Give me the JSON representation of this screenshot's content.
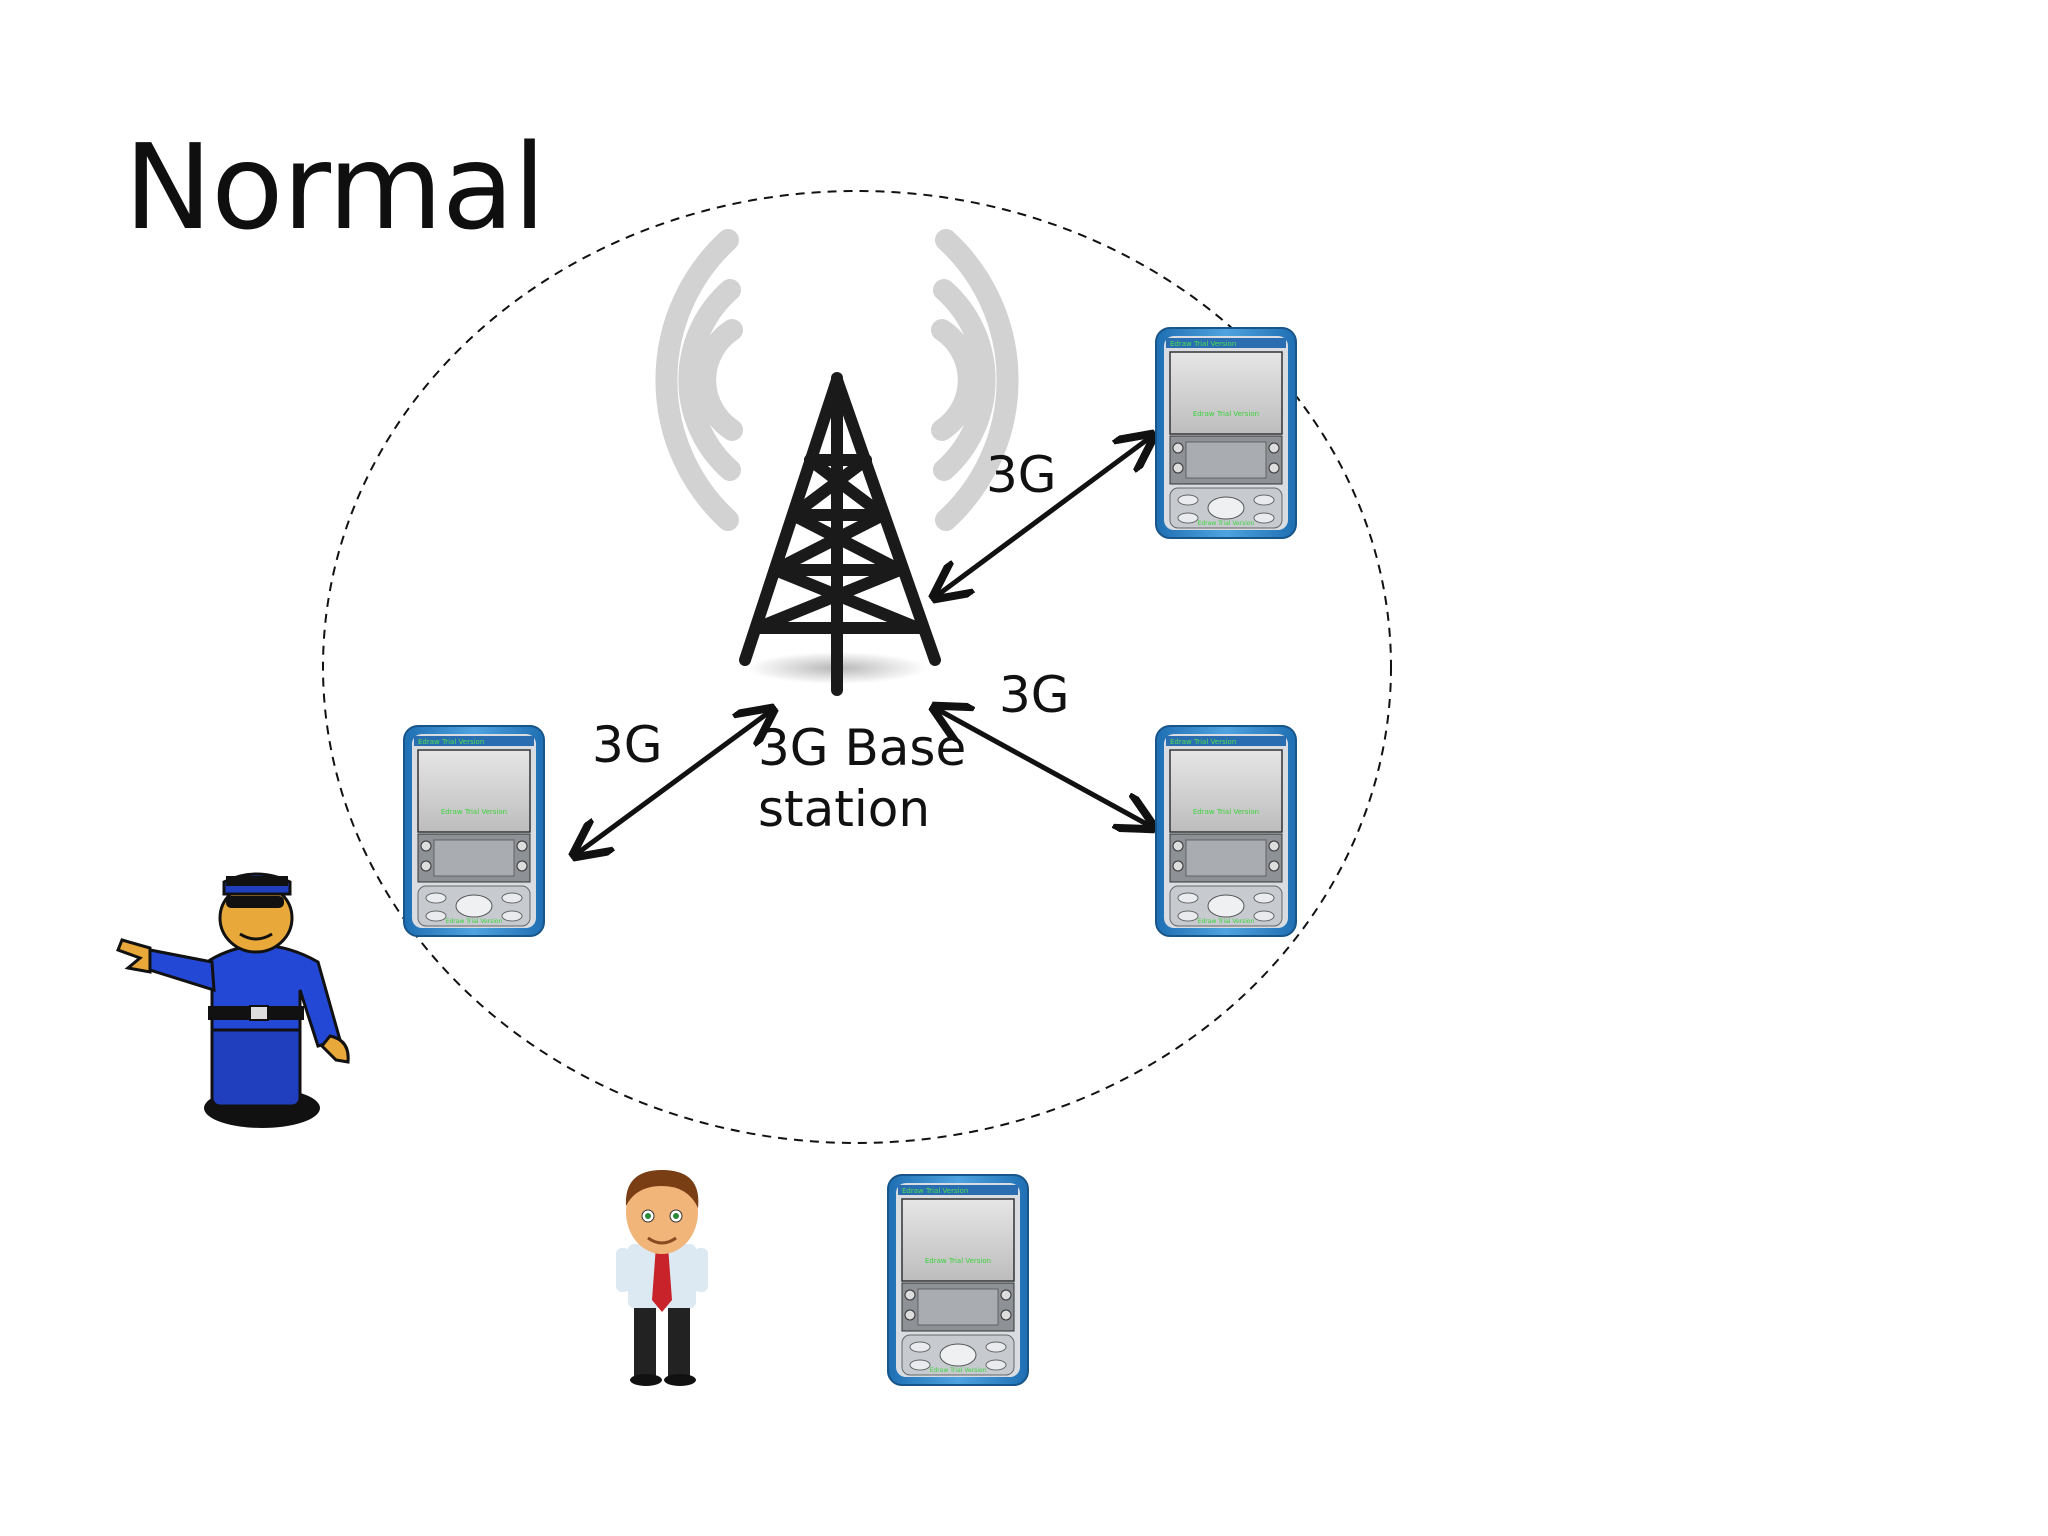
{
  "slide": {
    "title": "Normal",
    "base_station_label_line1": "3G Base",
    "base_station_label_line2": "station",
    "links": [
      {
        "label": "3G"
      },
      {
        "label": "3G"
      },
      {
        "label": "3G"
      }
    ],
    "pda_screen_text": "Edraw Trial Version",
    "pda_topbar_text": "Edraw Trial Version"
  },
  "icons": [
    "coverage-circle",
    "antenna-tower-icon",
    "radio-waves-icon",
    "pda-phone-icon",
    "police-officer-icon",
    "businessman-icon"
  ]
}
